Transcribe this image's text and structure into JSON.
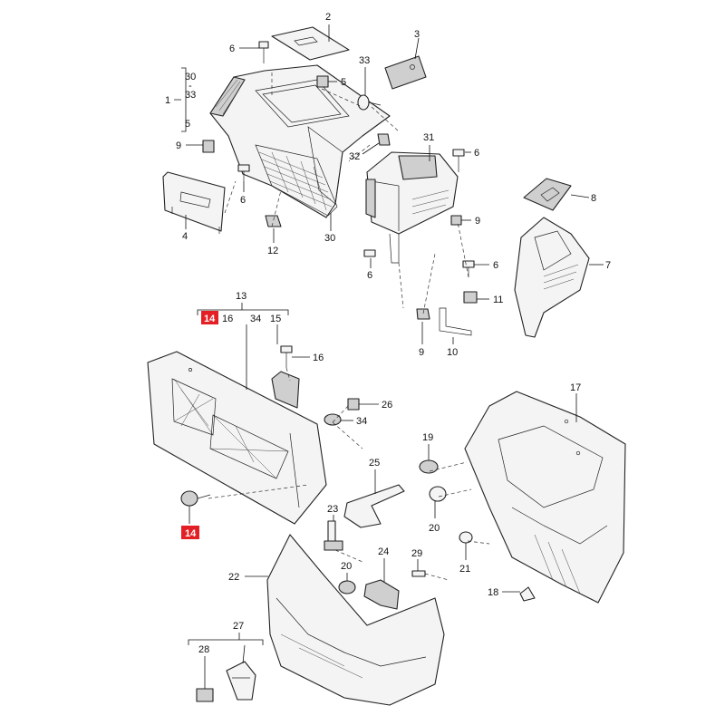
{
  "callouts": {
    "c1": "1",
    "c2": "2",
    "c3": "3",
    "c4": "4",
    "c5a": "5",
    "c5b": "5",
    "c6a": "6",
    "c6b": "6",
    "c6c": "6",
    "c6d": "6",
    "c6e": "6",
    "c7": "7",
    "c8": "8",
    "c9a": "9",
    "c9b": "9",
    "c9c": "9",
    "c10": "10",
    "c11": "11",
    "c12": "12",
    "c13": "13",
    "c14a": "14",
    "c14b": "14",
    "c15": "15",
    "c16a": "16",
    "c16b": "16",
    "c17": "17",
    "c18": "18",
    "c19": "19",
    "c20a": "20",
    "c20b": "20",
    "c21": "21",
    "c22": "22",
    "c23": "23",
    "c24": "24",
    "c25": "25",
    "c26": "26",
    "c27": "27",
    "c28": "28",
    "c29": "29",
    "c30a": "30",
    "c30b": "30",
    "c31": "31",
    "c32": "32",
    "c33a": "33",
    "c33b": "33",
    "c34a": "34",
    "c34b": "34",
    "cdash": "-"
  },
  "highlight_color": "#e31e24"
}
